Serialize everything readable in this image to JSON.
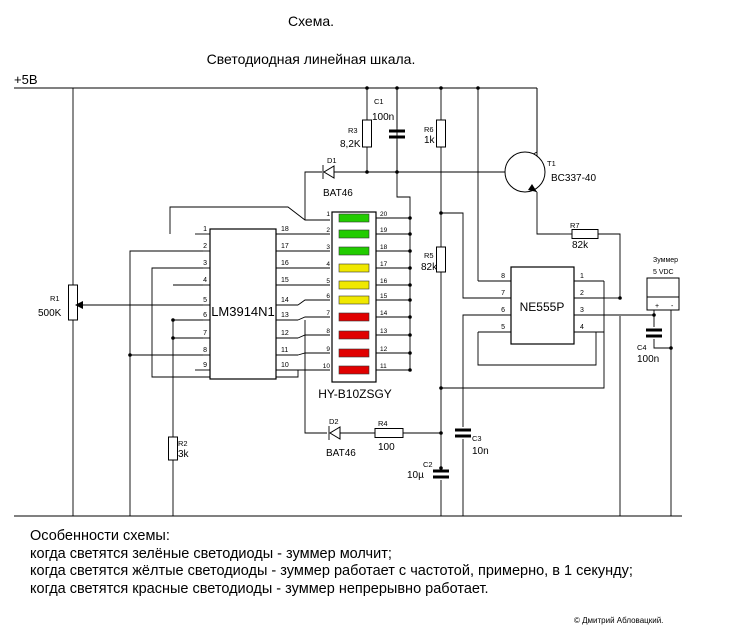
{
  "title": "Схема.",
  "subtitle": "Светодиодная линейная шкала.",
  "power_label": "+5В",
  "components": {
    "r1": {
      "ref": "R1",
      "value": "500K"
    },
    "r2": {
      "ref": "R2",
      "value": "3k"
    },
    "r3": {
      "ref": "R3",
      "value": "8,2K"
    },
    "r4": {
      "ref": "R4",
      "value": "100"
    },
    "r5": {
      "ref": "R5",
      "value": "82k"
    },
    "r6": {
      "ref": "R6",
      "value": "1k"
    },
    "r7": {
      "ref": "R7",
      "value": "82k"
    },
    "c1": {
      "ref": "C1",
      "value": "100n"
    },
    "c2": {
      "ref": "C2",
      "value": "10µ"
    },
    "c3": {
      "ref": "C3",
      "value": "10n"
    },
    "c4": {
      "ref": "C4",
      "value": "100n"
    },
    "d1": {
      "ref": "D1",
      "value": "BAT46"
    },
    "d2": {
      "ref": "D2",
      "value": "BAT46"
    },
    "t1": {
      "ref": "T1",
      "value": "BC337-40"
    },
    "ic_lm": {
      "name": "LM3914N1",
      "left_pins": [
        "1",
        "2",
        "3",
        "4",
        "5",
        "6",
        "7",
        "8",
        "9"
      ],
      "right_pins": [
        "18",
        "17",
        "16",
        "15",
        "14",
        "13",
        "12",
        "11",
        "10"
      ]
    },
    "ic_555": {
      "name": "NE555P",
      "left_pins": [
        "8",
        "7",
        "6",
        "5"
      ],
      "right_pins": [
        "1",
        "2",
        "3",
        "4"
      ]
    },
    "led_bar": {
      "name": "HY-B10ZSGY",
      "left_pins": [
        "1",
        "2",
        "3",
        "4",
        "5",
        "6",
        "7",
        "8",
        "9",
        "10"
      ],
      "right_pins": [
        "20",
        "19",
        "18",
        "17",
        "16",
        "15",
        "14",
        "13",
        "12",
        "11"
      ],
      "segment_colors": [
        "#22cc00",
        "#22cc00",
        "#22cc00",
        "#f0e800",
        "#f0e800",
        "#f0e800",
        "#e00000",
        "#e00000",
        "#e00000",
        "#e00000"
      ]
    },
    "buzzer": {
      "ref": "Зуммер",
      "value": "5 VDC",
      "plus": "+",
      "minus": "-"
    }
  },
  "notes": [
    "Особенности схемы:",
    "когда светятся зелёные светодиоды - зуммер молчит;",
    "когда светятся жёлтые светодиоды - зуммер работает с частотой, примерно, в 1 секунду;",
    "когда светятся красные светодиоды - зуммер непрерывно работает."
  ],
  "copyright": "© Дмитрий Абловацкий."
}
